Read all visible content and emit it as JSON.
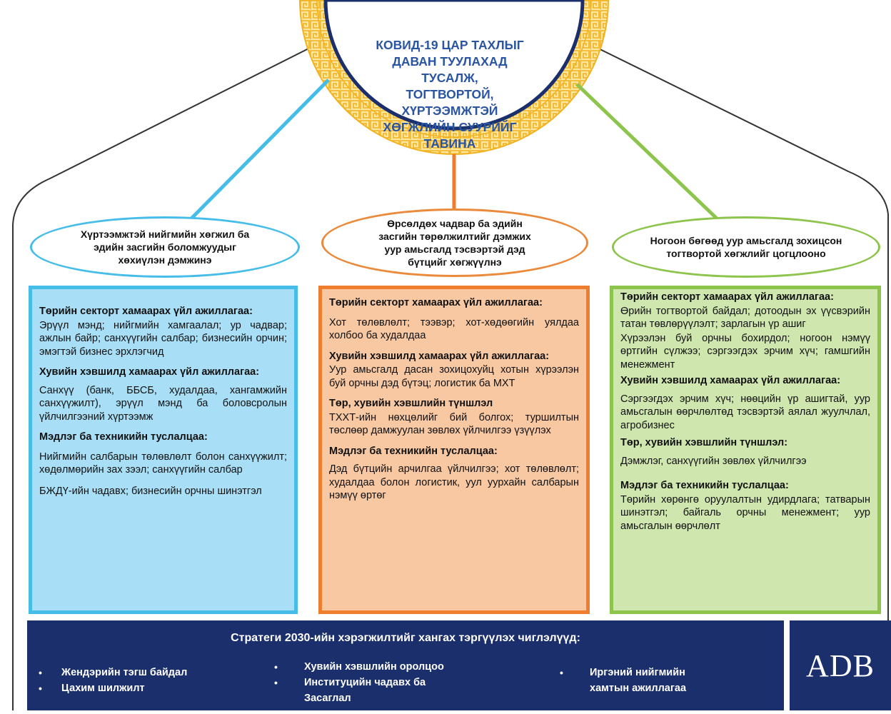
{
  "center": {
    "title": "КОВИД-19 ЦАР ТАХЛЫГ\nДАВАН ТУУЛАХАД\nТУСАЛЖ,\nТОГТВОРТОЙ,\nХҮРТЭЭМЖТЭЙ\nХӨГЖЛИЙН СУУРИЙГ\nТАВИНА"
  },
  "colors": {
    "blue": "#45bde8",
    "orange": "#ee7d2e",
    "green": "#8dc44c",
    "navy": "#1a2f6b",
    "gold": "#f2c12e"
  },
  "pillars": [
    {
      "title": "Хүртээмжтэй нийгмийн хөгжил ба\nэдийн засгийн боломжуудыг\nхөхиүлэн дэмжинэ",
      "blocks": [
        {
          "heading": "Төрийн секторт хамаарах үйл ажиллагаа:",
          "body": "Эрүүл мэнд; нийгмийн хамгаалал; ур чадвар; ажлын байр; санхүүгийн салбар; бизнесийн орчин; эмэгтэй бизнес эрхлэгчид"
        },
        {
          "heading": "Хувийн хэвшилд хамаарах үйл ажиллагаа:",
          "body": "Санхүү (банк, ББСБ, худалдаа, хангамжийн санхүүжилт), эрүүл мэнд ба боловсролын үйлчилгээний хүртээмж"
        },
        {
          "heading": "Мэдлэг ба техникийн туслалцаа:",
          "body": "Нийгмийн салбарын төлөвлөлт болон санхүүжилт; хөдөлмөрийн зах зээл; санхүүгийн салбар"
        },
        {
          "heading": "",
          "body": "БЖДҮ-ийн чадавх; бизнесийн орчны шинэтгэл"
        }
      ]
    },
    {
      "title": "Өрсөлдөх чадвар ба эдийн\nзасгийн төрөлжилтийг дэмжих\nуур амьсгалд тэсвэртэй дэд\nбүтцийг хөгжүүлнэ",
      "blocks": [
        {
          "heading": "Төрийн секторт хамаарах үйл ажиллагаа:",
          "body": "Хот төлөвлөлт; тээвэр; хот-хөдөөгийн уялдаа холбоо ба худалдаа"
        },
        {
          "heading": "Хувийн хэвшилд хамаарах үйл ажиллагаа:",
          "body": "Уур амьсгалд дасан зохицохуйц хотын хүрээлэн буй орчны дэд бүтэц; логистик ба МХТ"
        },
        {
          "heading": "Төр, хувийн хэвшлийн түншлэл",
          "body": "ТХХТ-ийн нөхцөлийг бий болгох; туршилтын төслөөр дамжуулан зөвлөх үйлчилгээ үзүүлэх"
        },
        {
          "heading": "Мэдлэг ба техникийн туслалцаа:",
          "body": "Дэд бүтцийн арчилгаа үйлчилгээ; хот төлөвлөлт; худалдаа болон логистик, уул уурхайн салбарын нэмүү өртөг"
        }
      ]
    },
    {
      "title": "Ногоон бөгөөд уур амьсгалд зохицсон\nтогтвортой хөгжлийг цогцлооно",
      "blocks": [
        {
          "heading": "Төрийн секторт хамаарах үйл ажиллагаа:",
          "body": "Өрийн тогтвортой байдал; дотоодын эх үүсвэрийн татан төвлөрүүлэлт; зарлагын үр ашиг"
        },
        {
          "heading": "",
          "body": "Хүрээлэн буй орчны бохирдол; ногоон нэмүү өртгийн сүлжээ; сэргээгдэх эрчим хүч; гамшгийн менежмент"
        },
        {
          "heading": "Хувийн хэвшилд хамаарах үйл ажиллагаа:",
          "body": "Сэргээгдэх эрчим хүч; нөөцийн үр ашигтай, уур амьсгалын өөрчлөлтөд тэсвэртэй аялал жуулчлал, агробизнес"
        },
        {
          "heading": "Төр, хувийн хэвшлийн түншлэл:",
          "body": "Дэмжлэг, санхүүгийн зөвлөх үйлчилгээ"
        },
        {
          "heading": "Мэдлэг ба техникийн туслалцаа:",
          "body": "Төрийн хөрөнгө оруулалтын удирдлага; татварын шинэтгэл; байгаль орчны менежмент; уур амьсгалын өөрчлөлт"
        }
      ]
    }
  ],
  "strategy": {
    "title": "Стратеги 2030-ийн хэрэгжилтийг хангах тэргүүлэх чиглэлүүд:",
    "col1": [
      "Жендэрийн тэгш байдал",
      "Цахим шилжилт"
    ],
    "col2": [
      "Хувийн хэвшлийн оролцоо",
      "Институцийн чадавх ба\nЗасаглал"
    ],
    "col3": [
      "Иргэний нийгмийн\nхамтын ажиллагаа"
    ]
  },
  "logo": "ADB"
}
